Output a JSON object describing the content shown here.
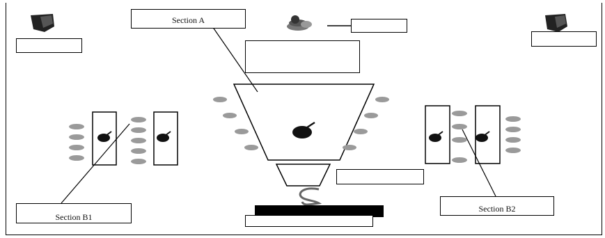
{
  "diagram": {
    "labels": {
      "section_a": "Section A",
      "section_b1": "Section B1",
      "section_b2": "Section B2",
      "top_left": "",
      "top_right": "",
      "top_center": "",
      "center_upper": "",
      "center_right": "",
      "bottom_center": ""
    },
    "colors": {
      "outline": "#000000",
      "seat": "#9a9a9a",
      "instrument": "#111111",
      "background": "#ffffff"
    },
    "icons": {
      "speaker": "speaker-icon",
      "recorder": "recorder-icon",
      "instrument": "instrument-icon"
    }
  }
}
